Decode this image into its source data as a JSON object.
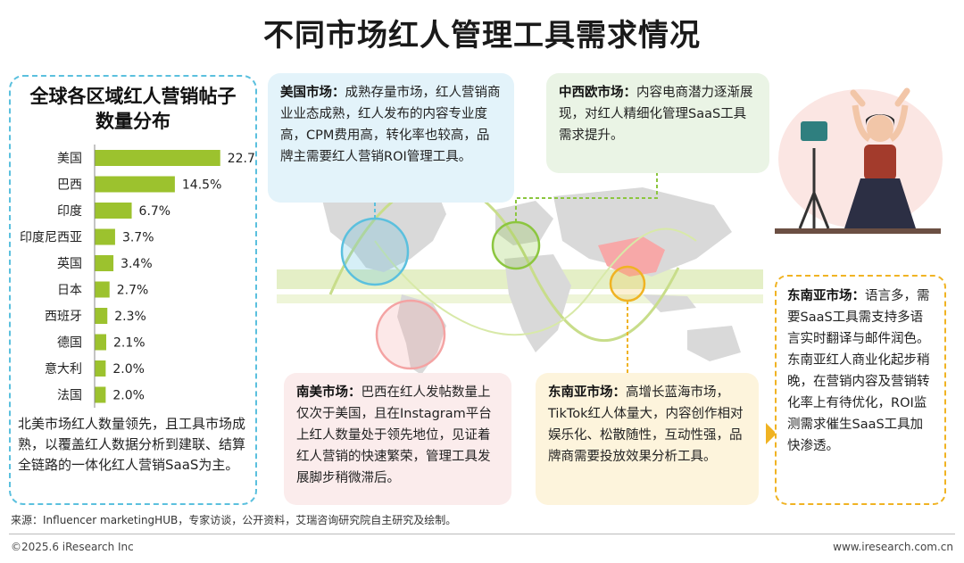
{
  "page": {
    "title": "不同市场红人管理工具需求情况",
    "source": "来源：Influencer marketingHUB，专家访谈，公开资料，艾瑞咨询研究院自主研究及绘制。",
    "copyright": "©2025.6 iResearch Inc",
    "url": "www.iresearch.com.cn"
  },
  "chart_data": {
    "type": "bar",
    "orientation": "horizontal",
    "title": "全球各区域红人营销帖子数量分布",
    "categories": [
      "美国",
      "巴西",
      "印度",
      "印度尼西亚",
      "英国",
      "日本",
      "西班牙",
      "德国",
      "意大利",
      "法国"
    ],
    "values": [
      22.7,
      14.5,
      6.7,
      3.7,
      3.4,
      2.7,
      2.3,
      2.1,
      2.0,
      2.0
    ],
    "value_labels": [
      "22.7%",
      "14.5%",
      "6.7%",
      "3.7%",
      "3.4%",
      "2.7%",
      "2.3%",
      "2.1%",
      "2.0%",
      "2.0%"
    ],
    "unit": "%",
    "xlim": [
      0,
      25
    ],
    "bar_color": "#9cc22e",
    "grid": false
  },
  "left": {
    "title_line1": "全球各区域红人营销帖子",
    "title_line2": "数量分布",
    "summary": "北美市场红人数量领先，且工具市场成熟，以覆盖红人数据分析到建联、结算全链路的一体化红人营销SaaS为主。"
  },
  "markets": {
    "us": {
      "label": "美国市场：",
      "text": "成熟存量市场，红人营销商业业态成熟，红人发布的内容专业度高，CPM费用高，转化率也较高，品牌主需要红人营销ROI管理工具。"
    },
    "eu": {
      "label": "中西欧市场：",
      "text": "内容电商潜力逐渐展现，对红人精细化管理SaaS工具需求提升。"
    },
    "sa": {
      "label": "南美市场：",
      "text": "巴西在红人发帖数量上仅次于美国，且在Instagram平台上红人数量处于领先地位，见证着红人营销的快速繁荣，管理工具发展脚步稍微滞后。"
    },
    "sea": {
      "label": "东南亚市场：",
      "text": "高增长蓝海市场，TikTok红人体量大，内容创作相对娱乐化、松散随性，互动性强，品牌商需要投放效果分析工具。"
    },
    "sea_detail": {
      "label": "东南亚市场：",
      "text": "语言多，需要SaaS工具需支持多语言实时翻译与邮件润色。东南亚红人商业化起步稍晚，在营销内容及营销转化率上有待优化，ROI监测需求催生SaaS工具加快渗透。"
    }
  },
  "colors": {
    "us": "#5bc0de",
    "eu": "#8cc63f",
    "sa": "#f4a3a3",
    "sea": "#f0b323",
    "china": "#f7a8a8",
    "map_gray": "#d9d9d9",
    "band": "#e4efc6"
  },
  "icons": {
    "illustration": "woman-with-phone-tripod-illustration",
    "arrow": "triangle-right-icon"
  }
}
